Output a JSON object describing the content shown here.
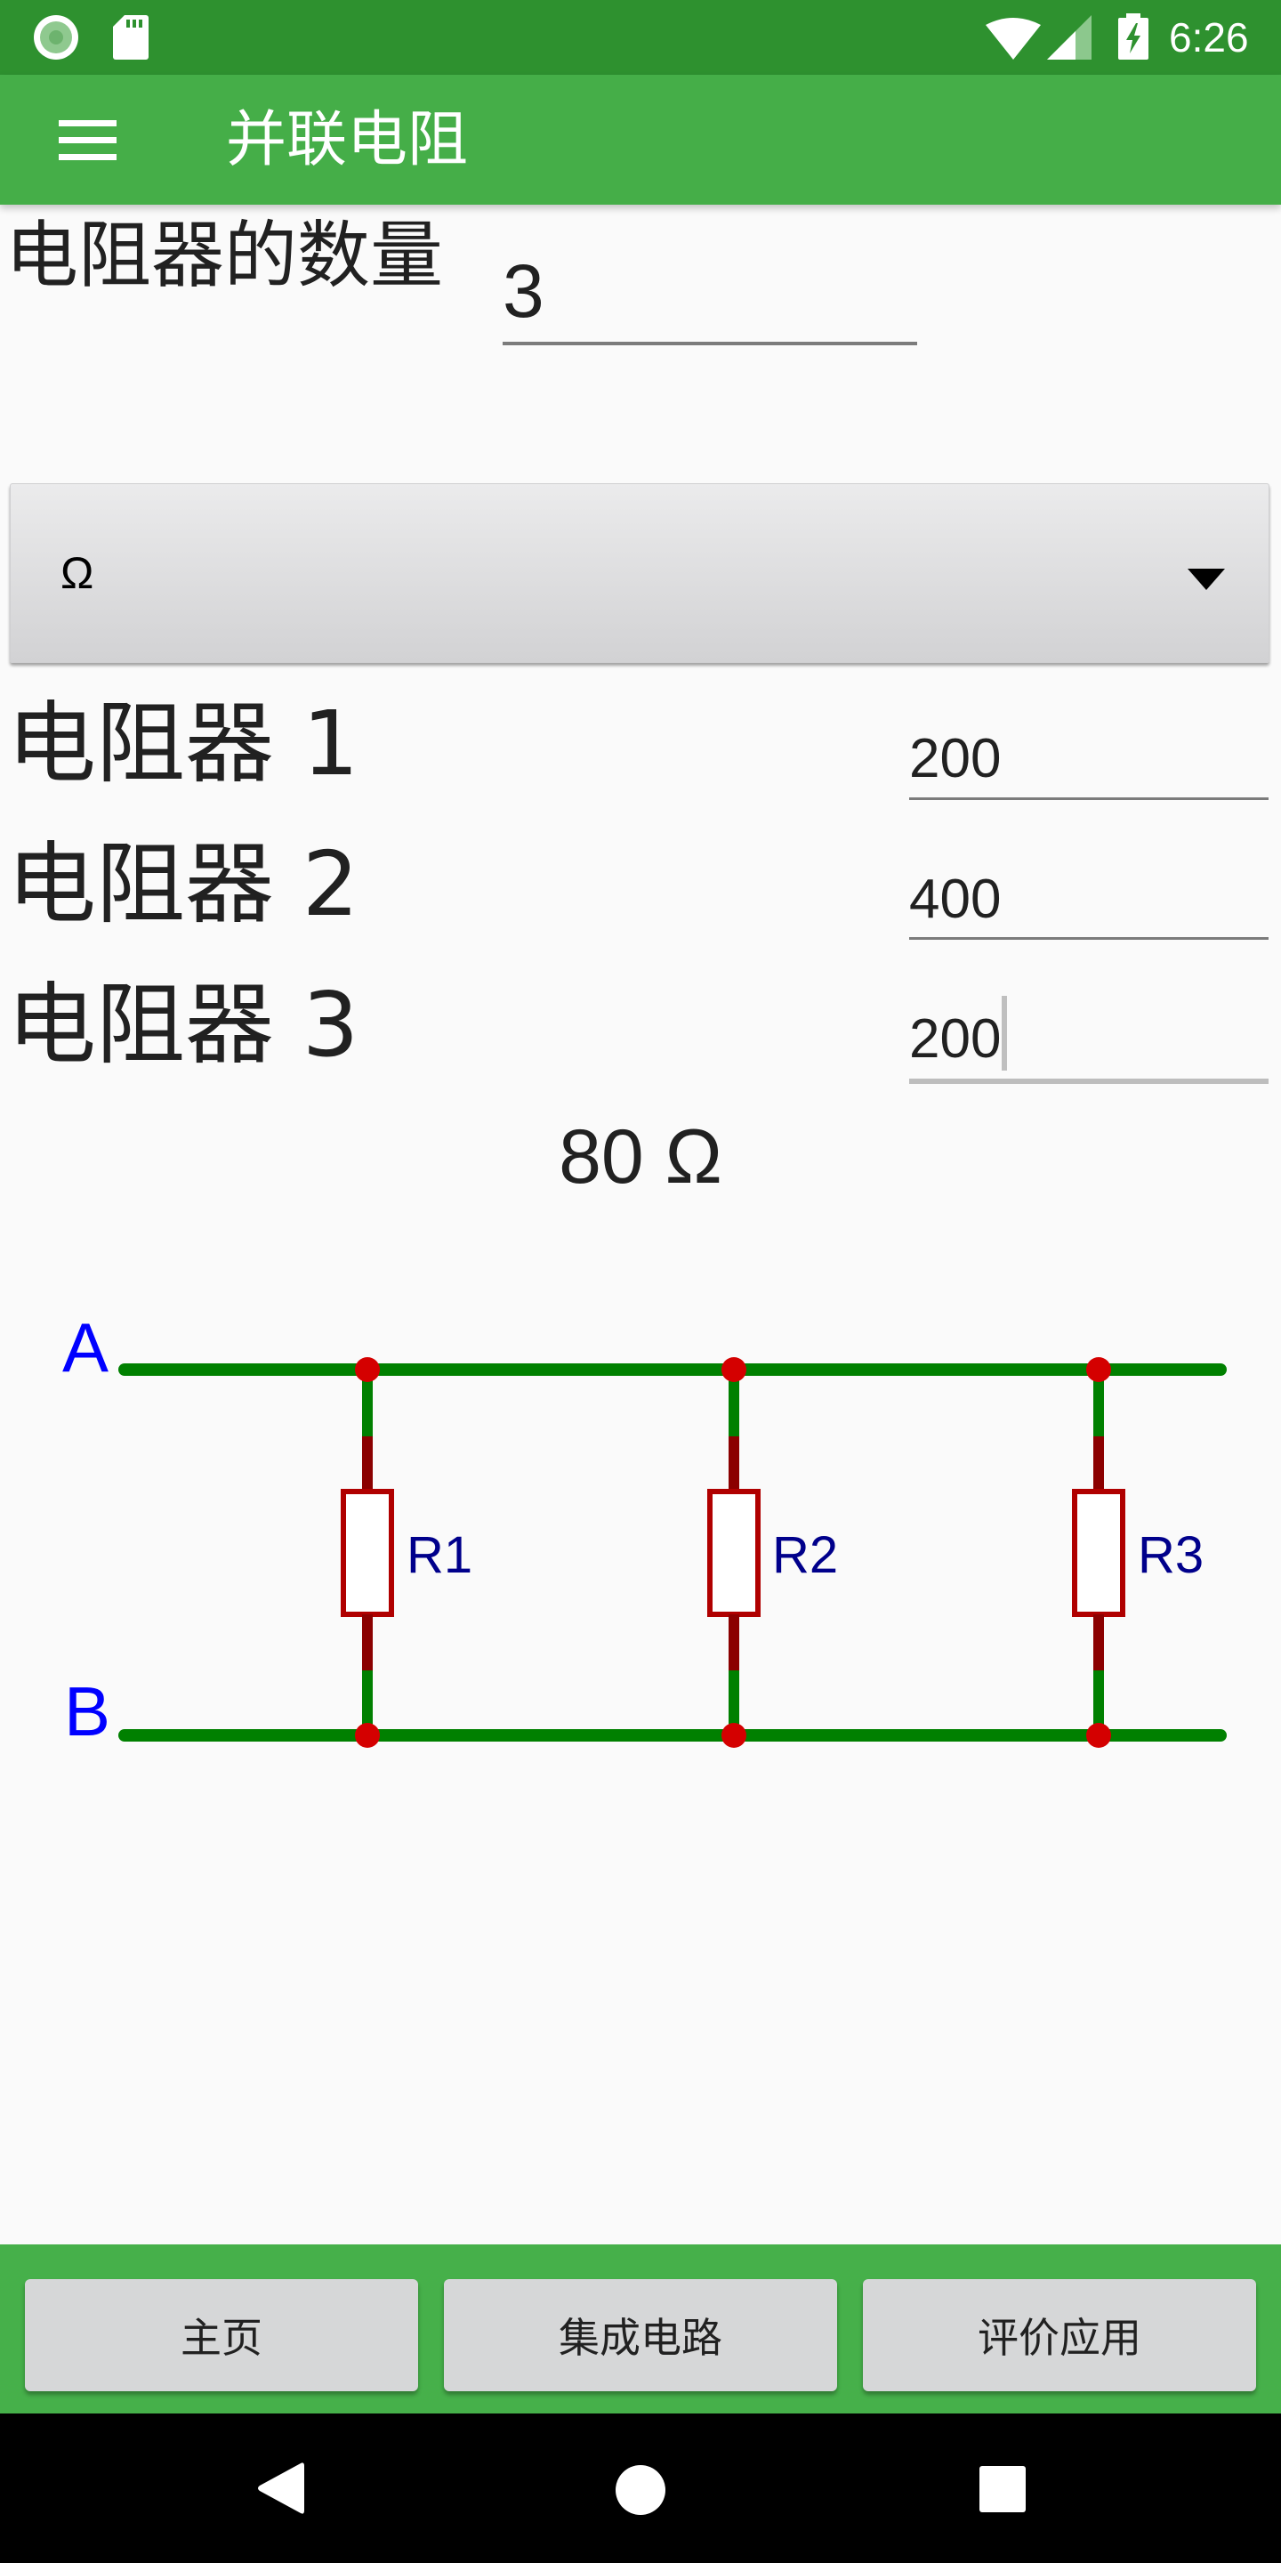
{
  "status_bar": {
    "time": "6:26",
    "left_icons": [
      "notification-dot-icon",
      "sd-card-icon"
    ],
    "right_icons": [
      "wifi-icon",
      "cell-signal-icon",
      "battery-charging-icon"
    ]
  },
  "toolbar": {
    "menu_icon": "hamburger-menu-icon",
    "title": "并联电阻"
  },
  "count": {
    "label": "电阻器的数量",
    "value": "3"
  },
  "unit_spinner": {
    "selected": "Ω",
    "icon": "dropdown-arrow-icon"
  },
  "resistors": [
    {
      "label": "电阻器 1",
      "value": "200"
    },
    {
      "label": "电阻器 2",
      "value": "400"
    },
    {
      "label": "电阻器 3",
      "value": "200",
      "focused": true
    }
  ],
  "result": {
    "text": "80 Ω"
  },
  "circuit": {
    "terminal_a": "A",
    "terminal_b": "B",
    "resistor_labels": [
      "R1",
      "R2",
      "R3"
    ],
    "colors": {
      "wire": "#008000",
      "lead": "#8b0000",
      "resistor_body": "#b00000",
      "node": "#d40000",
      "terminal_label": "#0000ff",
      "resistor_label": "#00008b"
    }
  },
  "bottom_bar": {
    "buttons": [
      {
        "label": "主页"
      },
      {
        "label": "集成电路"
      },
      {
        "label": "评价应用"
      }
    ]
  },
  "nav_bar": {
    "back_icon": "back-triangle-icon",
    "home_icon": "home-circle-icon",
    "recents_icon": "recents-square-icon"
  },
  "colors": {
    "status_bar": "#2e912f",
    "toolbar": "#45ae48",
    "background": "#fafafa",
    "button": "#d6d7d8",
    "nav_bar": "#000000"
  }
}
